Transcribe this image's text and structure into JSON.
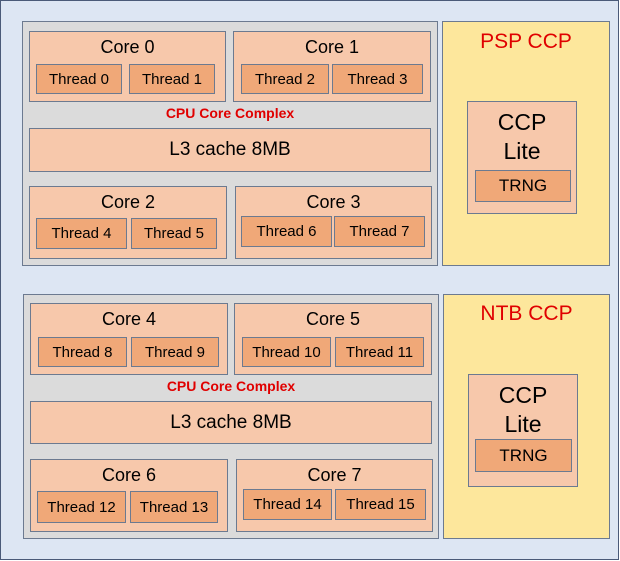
{
  "complexes": [
    {
      "label": "CPU Core Complex",
      "l3": "L3 cache 8MB",
      "cores": [
        {
          "name": "Core 0",
          "threads": [
            "Thread 0",
            "Thread 1"
          ]
        },
        {
          "name": "Core 1",
          "threads": [
            "Thread 2",
            "Thread 3"
          ]
        },
        {
          "name": "Core 2",
          "threads": [
            "Thread 4",
            "Thread 5"
          ]
        },
        {
          "name": "Core 3",
          "threads": [
            "Thread 6",
            "Thread 7"
          ]
        }
      ]
    },
    {
      "label": "CPU Core Complex",
      "l3": "L3 cache 8MB",
      "cores": [
        {
          "name": "Core 4",
          "threads": [
            "Thread 8",
            "Thread 9"
          ]
        },
        {
          "name": "Core 5",
          "threads": [
            "Thread 10",
            "Thread 11"
          ]
        },
        {
          "name": "Core 6",
          "threads": [
            "Thread 12",
            "Thread 13"
          ]
        },
        {
          "name": "Core 7",
          "threads": [
            "Thread 14",
            "Thread 15"
          ]
        }
      ]
    }
  ],
  "ccps": [
    {
      "title": "PSP CCP",
      "lite_line1": "CCP",
      "lite_line2": "Lite",
      "trng": "TRNG"
    },
    {
      "title": "NTB CCP",
      "lite_line1": "CCP",
      "lite_line2": "Lite",
      "trng": "TRNG"
    }
  ],
  "colors": {
    "background": "#dde6f3",
    "core_complex": "#dbdbdb",
    "core": "#f7c8ab",
    "thread": "#f0a878",
    "ccp": "#fde79c",
    "label_red": "#e00000"
  }
}
